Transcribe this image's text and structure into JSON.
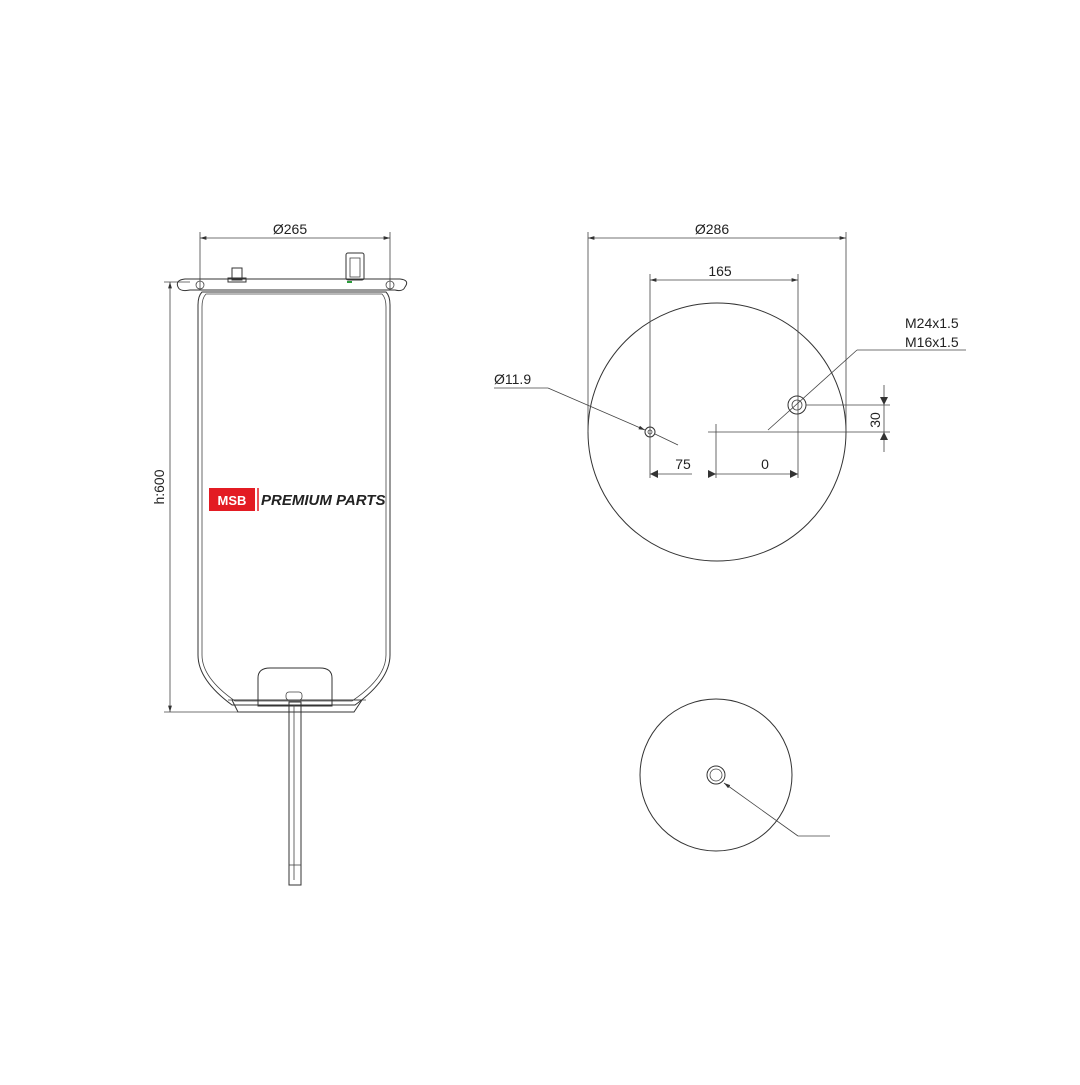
{
  "drawing": {
    "side_view": {
      "top_diameter": "Ø265",
      "height": "h:600"
    },
    "top_view": {
      "outer_diameter": "Ø286",
      "bolt_spacing": "165",
      "hole_diameter": "Ø11.9",
      "thread_1": "M24x1.5",
      "thread_2": "M16x1.5",
      "offset_left": "75",
      "offset_right": "0",
      "offset_vertical": "30"
    },
    "bottom_view": {
      "label": ""
    }
  },
  "brand": {
    "logo_text": "MSB",
    "name": "PREMIUM PARTS",
    "logo_color": "#e31b23"
  }
}
